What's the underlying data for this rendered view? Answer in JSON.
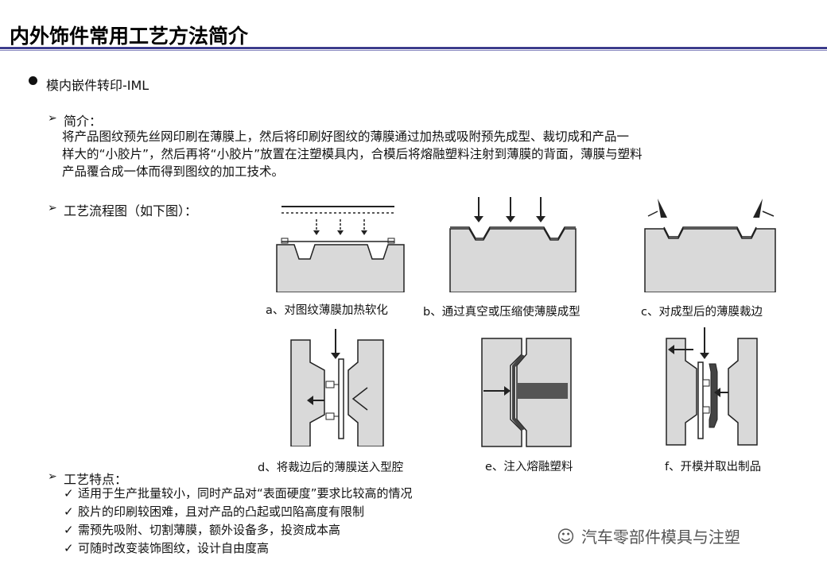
{
  "header": {
    "title": "内外饰件常用工艺方法简介"
  },
  "section": {
    "title": "模内嵌件转印-IML"
  },
  "intro": {
    "heading": "简介：",
    "lines": [
      "将产品图纹预先丝网印刷在薄膜上，然后将印刷好图纹的薄膜通过加热或吸附预先成型、裁切成和产品一",
      "样大的“小胶片”，然后再将“小胶片”放置在注塑模具内，合模后将熔融塑料注射到薄膜的背面，薄膜与塑料",
      "产品覆合成一体而得到图纹的加工技术。"
    ]
  },
  "process": {
    "heading": "工艺流程图（如下图）：",
    "steps": [
      {
        "caption": "a、对图纹薄膜加热软化"
      },
      {
        "caption": "b、通过真空或压缩使薄膜成型"
      },
      {
        "caption": "c、对成型后的薄膜裁边"
      },
      {
        "caption": "d、将裁边后的薄膜送入型腔"
      },
      {
        "caption": "e、注入熔融塑料"
      },
      {
        "caption": "f、开模并取出制品"
      }
    ]
  },
  "features": {
    "heading": "工艺特点：",
    "items": [
      "适用于生产批量较小，同时产品对“表面硬度”要求比较高的情况",
      "胶片的印刷较困难，且对产品的凸起或凹陷高度有限制",
      "需预先吸附、切割薄膜，额外设备多，投资成本高",
      "可随时改变装饰图纹，设计自由度高"
    ]
  },
  "watermark": {
    "text": "汽车零部件模具与注塑",
    "icon": "wechat-icon"
  },
  "colors": {
    "rule": "#3c3c8c",
    "fill": "#d9d9d9"
  }
}
